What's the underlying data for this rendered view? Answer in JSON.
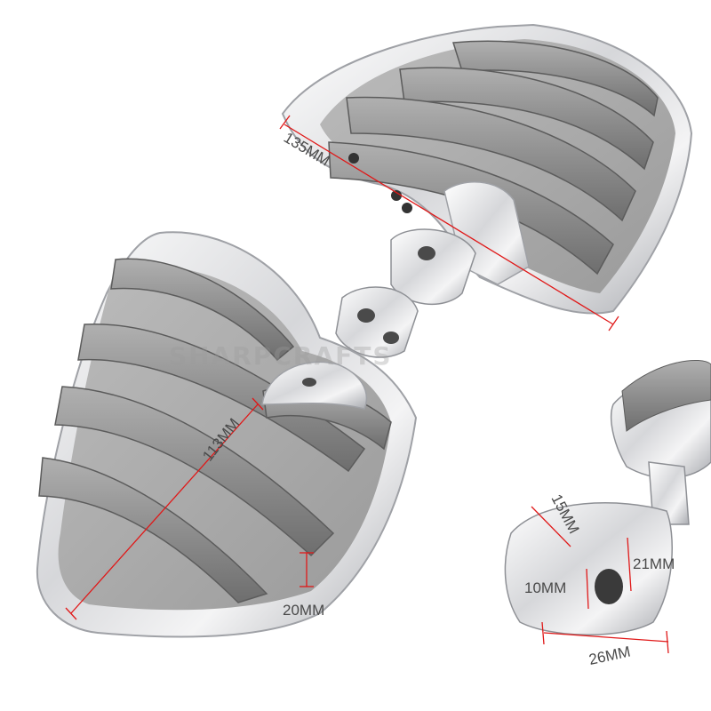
{
  "image": {
    "subject": "chrome motorcycle floorboard foot pegs with rubber inserts",
    "watermark": "SHARPCRAFTS"
  },
  "dimensions": {
    "top_length": "135MM",
    "left_width": "113MM",
    "rib_width": "20MM",
    "mount_15": "15MM",
    "mount_10": "10MM",
    "mount_21": "21MM",
    "mount_26": "26MM"
  },
  "colors": {
    "dimension_line": "#e01818",
    "chrome": "#d9dadd",
    "rubber": "#8c8c8c"
  }
}
